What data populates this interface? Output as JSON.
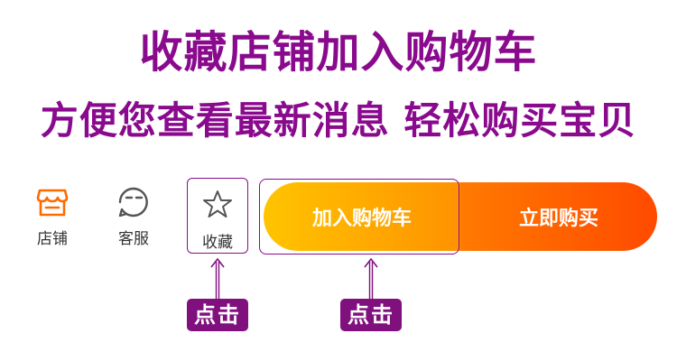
{
  "headline": {
    "line1": "收藏店铺加入购物车",
    "line2": "方便您查看最新消息  轻松购买宝贝"
  },
  "bottom_bar": {
    "store_label": "店铺",
    "service_label": "客服",
    "favorite_label": "收藏",
    "add_to_cart_label": "加入购物车",
    "buy_now_label": "立即购买"
  },
  "annotations": {
    "click_left": "点击",
    "click_right": "点击"
  },
  "colors": {
    "headline": "#8a0a8e",
    "annotation": "#80107e",
    "store_icon": "#ff6a00",
    "cart_gradient_start": "#ffc400",
    "buy_gradient_end": "#ff4a00"
  },
  "icons": {
    "store": "store-icon",
    "service": "smile-chat-icon",
    "favorite": "star-outline-icon",
    "arrow": "up-arrow-icon"
  }
}
